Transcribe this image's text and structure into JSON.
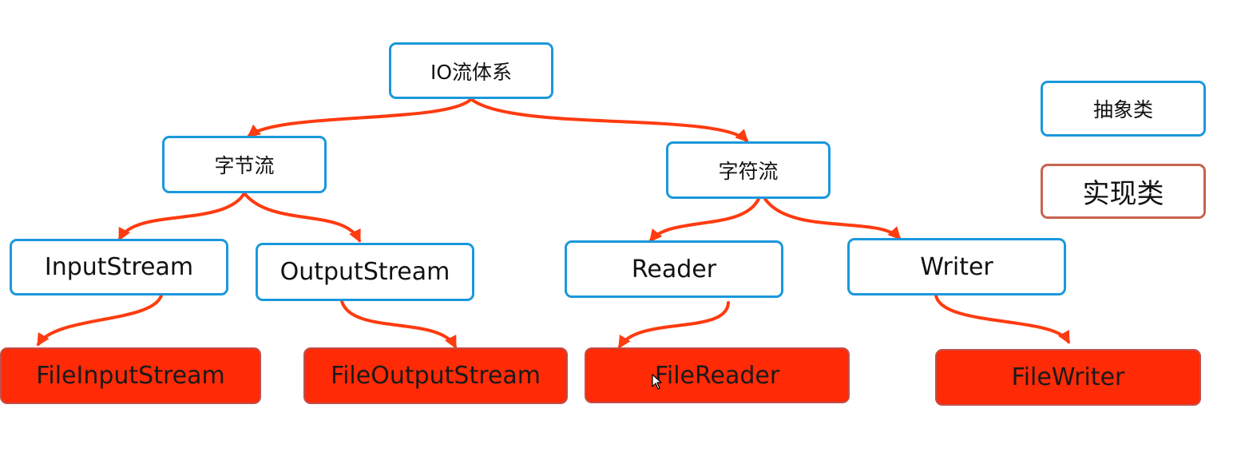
{
  "diagram": {
    "root": {
      "label": "IO流体系"
    },
    "categories": {
      "byte_stream": {
        "label": "字节流"
      },
      "char_stream": {
        "label": "字符流"
      }
    },
    "abstract_classes": {
      "input_stream": {
        "label": "InputStream"
      },
      "output_stream": {
        "label": "OutputStream"
      },
      "reader": {
        "label": "Reader"
      },
      "writer": {
        "label": "Writer"
      }
    },
    "implementations": {
      "file_input_stream": {
        "label": "FileInputStream"
      },
      "file_output_stream": {
        "label": "FileOutputStream"
      },
      "file_reader": {
        "label": "FileReader"
      },
      "file_writer": {
        "label": "FileWriter"
      }
    }
  },
  "legend": {
    "abstract_label": "抽象类",
    "impl_label": "实现类"
  },
  "colors": {
    "abstract_border": "#1a98dc",
    "impl_fill": "#ff2a06",
    "impl_border": "#c0504d",
    "connector": "#ff3b10"
  },
  "icons": {
    "cursor": "mouse-pointer-icon"
  }
}
